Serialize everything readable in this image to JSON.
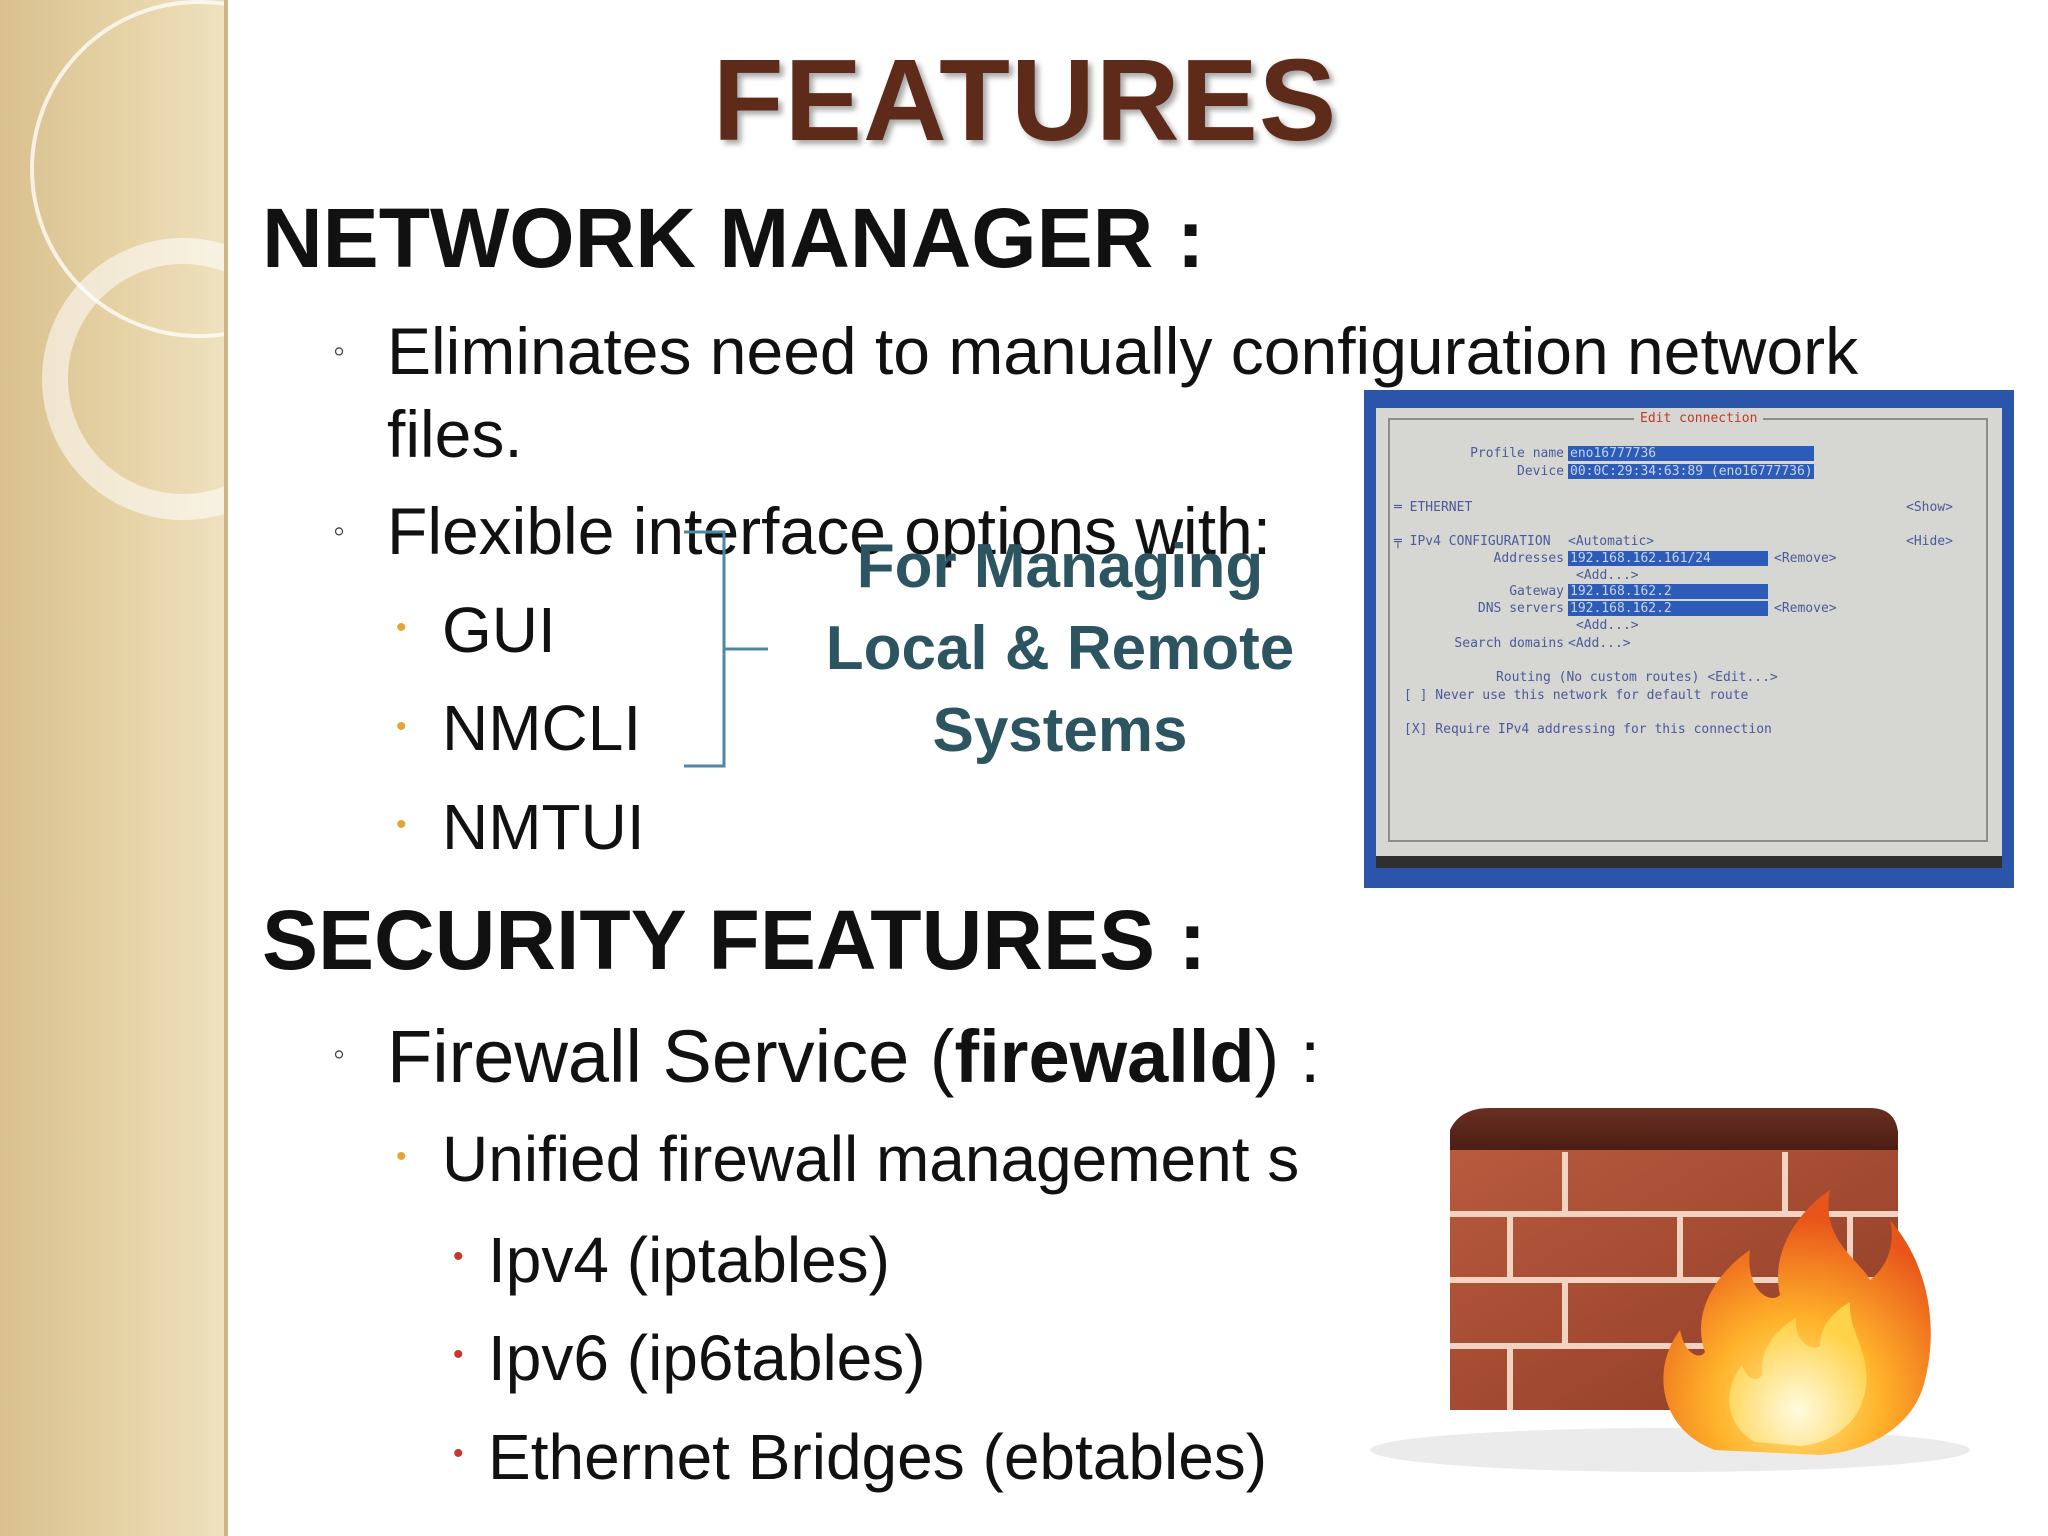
{
  "slide": {
    "title": "FEATURES",
    "network_heading": "NETWORK MANAGER :",
    "bullet1_line1": "Eliminates need to manually configuration network",
    "bullet1_line2": "files.",
    "bullet2": "Flexible interface options with:",
    "sub_items": [
      "GUI",
      "NMCLI",
      "NMTUI"
    ],
    "callout_lines": [
      "For Managing",
      "Local & Remote",
      "Systems"
    ],
    "security_heading": "SECURITY FEATURES :",
    "firewall_prefix": "Firewall Service (",
    "firewall_bold": "firewalld",
    "firewall_suffix": ") :",
    "unified": "Unified firewall management s",
    "tables": [
      "Ipv4 (iptables)",
      "Ipv6 (ip6tables)",
      "Ethernet Bridges (ebtables)"
    ],
    "bullet_level1": "◦",
    "bullet_level2": "•",
    "bullet_level3": "•"
  },
  "terminal": {
    "window_title": "Edit connection",
    "profile_label": "Profile name",
    "profile_value": "eno16777736",
    "device_label": "Device",
    "device_value": "00:0C:29:34:63:89 (eno16777736)",
    "ethernet_label": "═ ETHERNET",
    "show_label": "<Show>",
    "ipv4_label": "╤ IPv4 CONFIGURATION",
    "ipv4_mode": "<Automatic>",
    "hide_label": "<Hide>",
    "addresses_label": "Addresses",
    "addresses_value": "192.168.162.161/24",
    "remove_label": "<Remove>",
    "add_label": "<Add...>",
    "gateway_label": "Gateway",
    "gateway_value": "192.168.162.2",
    "dns_label": "DNS servers",
    "dns_value": "192.168.162.2",
    "search_label": "Search domains",
    "routing_text": "Routing (No custom routes) <Edit...>",
    "never_text": "[ ] Never use this network for default route",
    "require_text": "[X] Require IPv4 addressing for this connection"
  },
  "colors": {
    "title": "#5e2a1a",
    "callout": "#2c5561",
    "bullet_yellow": "#e2a637",
    "bullet_red": "#c33a2c",
    "terminal_blue": "#2a55a8"
  }
}
